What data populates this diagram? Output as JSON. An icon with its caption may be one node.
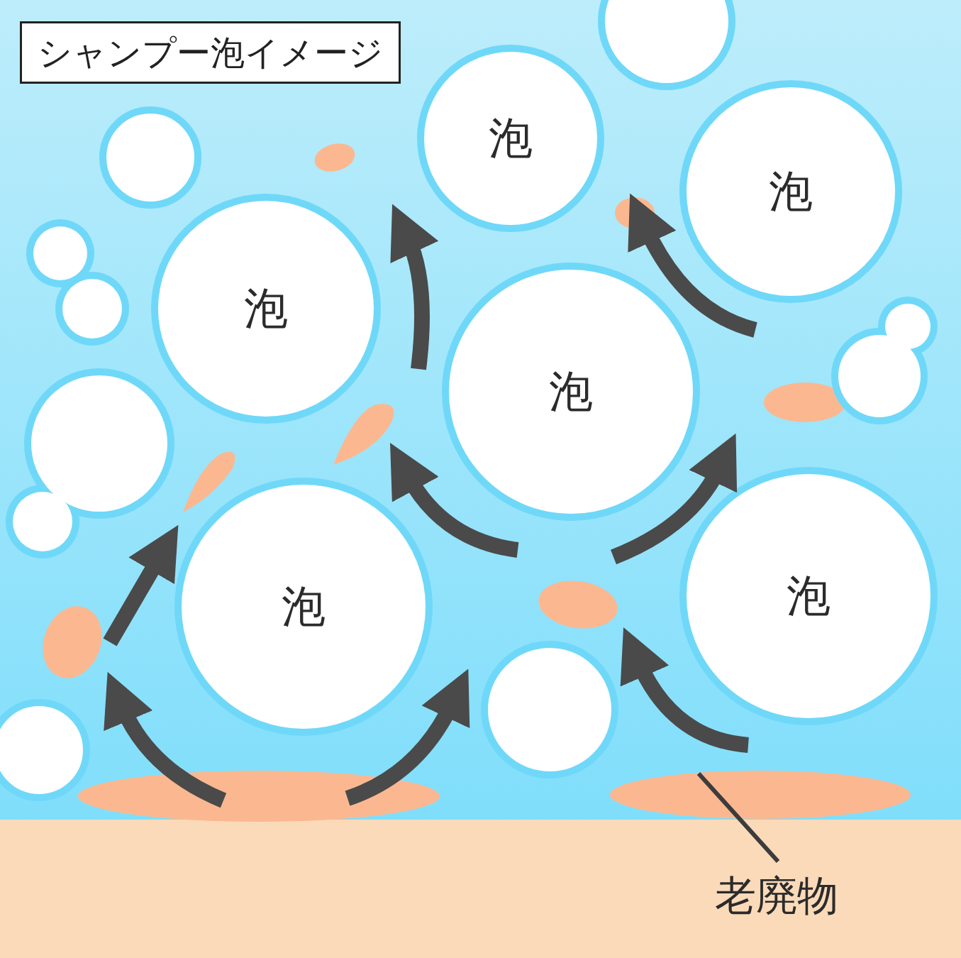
{
  "diagram": {
    "title": "シャンプー泡イメージ",
    "nodes": [
      {
        "text": [
          "泡"
        ]
      },
      {
        "text": [
          "泡"
        ]
      },
      {
        "text": [
          "泡"
        ]
      },
      {
        "text": [
          "泡"
        ]
      },
      {
        "text": [
          "泡"
        ]
      },
      {
        "text": [
          "泡"
        ]
      },
      {
        "text": [
          "老廃物"
        ]
      },
      {
        "text": [],
        "shape": "blob"
      },
      {
        "text": [],
        "shape": "circle"
      },
      {
        "text": [],
        "shape": "circle"
      },
      {
        "text": [],
        "shape": "circle"
      },
      {
        "text": [],
        "shape": "circle"
      },
      {
        "text": [],
        "shape": "circle"
      },
      {
        "text": [],
        "shape": "circle"
      },
      {
        "text": [],
        "shape": "circle"
      }
    ],
    "edges": [
      {
        "from": 6,
        "to": 7,
        "arrow": "none"
      }
    ]
  }
}
